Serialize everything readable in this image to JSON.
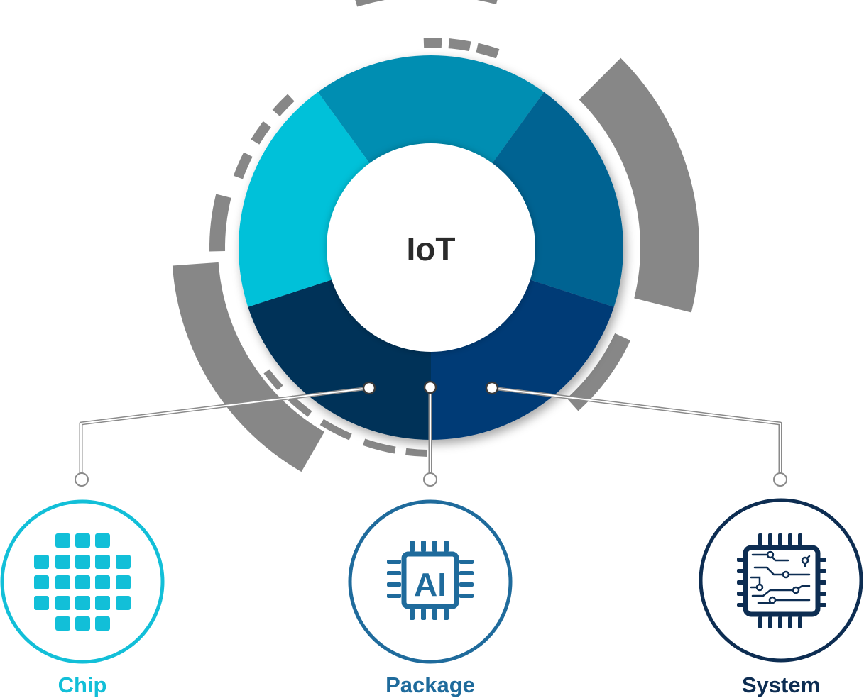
{
  "center": {
    "label": "IoT"
  },
  "nodes": [
    {
      "id": "chip",
      "label": "Chip",
      "color": "#12bfd8",
      "icon": "dot-matrix-icon"
    },
    {
      "id": "package",
      "label": "Package",
      "color": "#1f6b9c",
      "icon": "ai-chip-icon",
      "icon_text": "AI"
    },
    {
      "id": "system",
      "label": "System",
      "color": "#0d2d52",
      "icon": "circuit-board-icon"
    }
  ],
  "colors": {
    "ring_segment_1": "#04c1d9",
    "ring_segment_2": "#018eb2",
    "ring_segment_3": "#006392",
    "ring_segment_4": "#003b76",
    "ring_segment_5": "#053158",
    "decorative_arcs": "#878787",
    "connector_lines": "#8a8a8a"
  }
}
